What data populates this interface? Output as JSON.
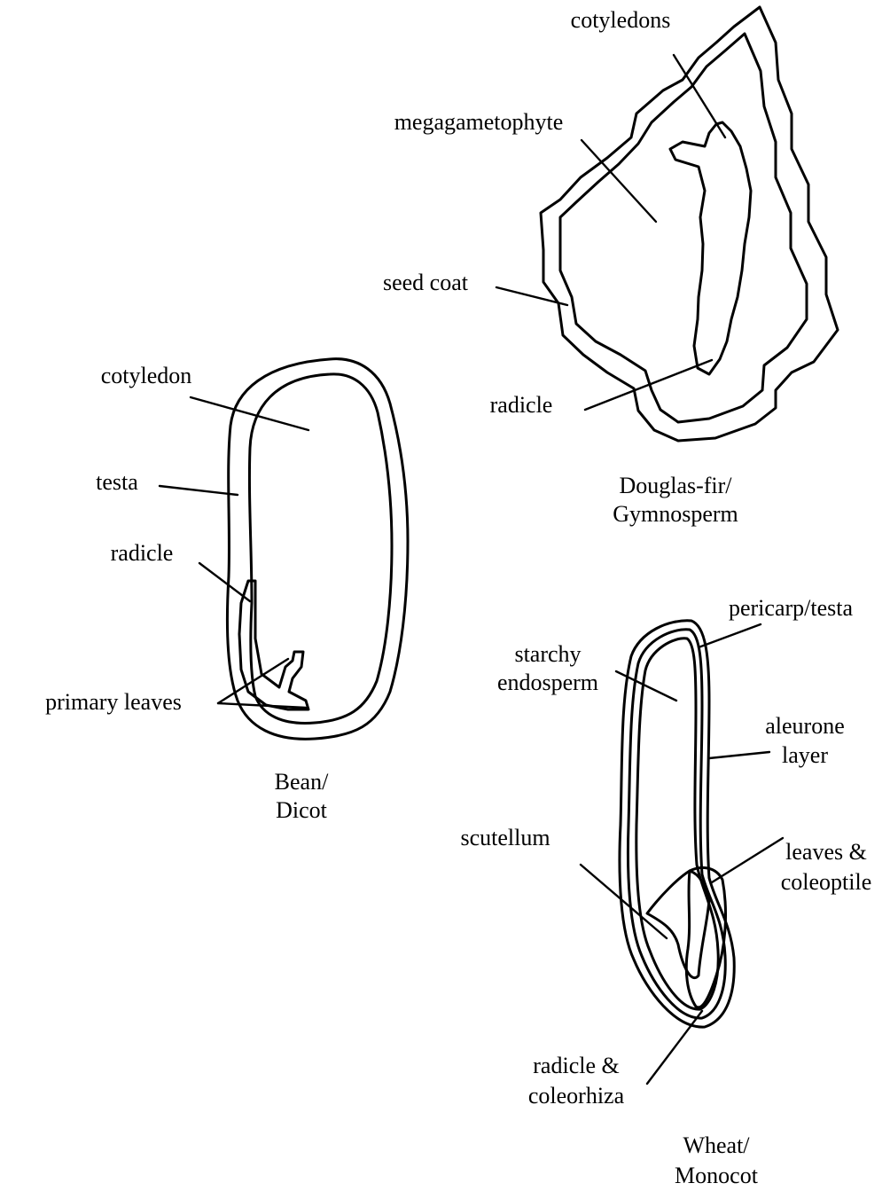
{
  "douglas_fir": {
    "labels": {
      "cotyledons": "cotyledons",
      "megagametophyte": "megagametophyte",
      "seed_coat": "seed coat",
      "radicle": "radicle"
    },
    "caption": [
      "Douglas-fir/",
      "Gymnosperm"
    ]
  },
  "bean": {
    "labels": {
      "cotyledon": "cotyledon",
      "testa": "testa",
      "radicle": "radicle",
      "primary_leaves": "primary leaves"
    },
    "caption": [
      "Bean/",
      "Dicot"
    ]
  },
  "wheat": {
    "labels": {
      "pericarp_testa": "pericarp/testa",
      "starchy_endosperm": [
        "starchy",
        "endosperm"
      ],
      "aleurone_layer": [
        "aleurone",
        "layer"
      ],
      "scutellum": "scutellum",
      "leaves_coleoptile": [
        "leaves &",
        "coleoptile"
      ],
      "radicle_coleorhiza": [
        "radicle &",
        "coleorhiza"
      ]
    },
    "caption": [
      "Wheat/",
      "Monocot"
    ]
  },
  "colors": {
    "ink": "#000000",
    "background": "#ffffff"
  }
}
